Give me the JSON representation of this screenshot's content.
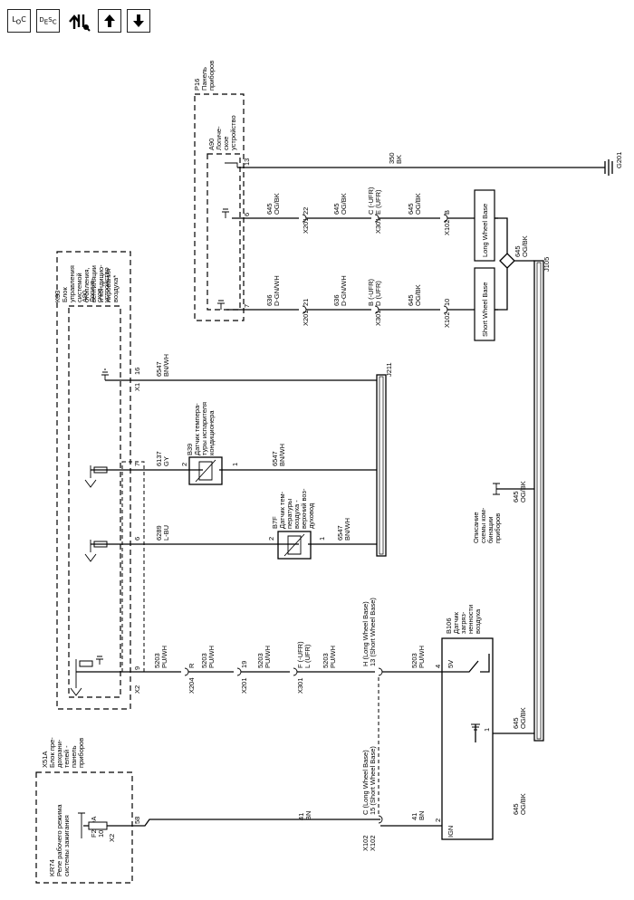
{
  "toolbar": {
    "loc_label": "LOC",
    "desc_label": "DESC",
    "connector_icon": "wiring-connector-icon",
    "up_icon": "arrow-up-icon",
    "down_icon": "arrow-down-icon"
  },
  "modules": {
    "x51a": [
      "X51A",
      "Блок пре-",
      "дохрани-",
      "телей -",
      "панель",
      "приборов"
    ],
    "kr74": [
      "KR74",
      "Реле рабочего режима",
      "системы зажигания"
    ],
    "fuse": [
      "F27DA",
      "10A"
    ],
    "k33": [
      "K33",
      "Блок",
      "управления",
      "системой",
      "отопления,",
      "вентиляции",
      "и кондицио-",
      "нирования",
      "воздуха*"
    ],
    "a90_k33": [
      "A90",
      "Логиче-",
      "ское",
      "устройство"
    ],
    "p16": [
      "P16",
      "Панель",
      "приборов"
    ],
    "a90_p16": [
      "A90",
      "Логиче-",
      "ское",
      "устройство"
    ],
    "b39": [
      "B39",
      "Датчик темпера-",
      "туры испарителя",
      "кондиционера"
    ],
    "b7f": [
      "B7F",
      "Датчик тем-",
      "пературы",
      "воздуха -",
      "верхний воз-",
      "духовод"
    ],
    "b106": [
      "B106",
      "Датчик",
      "загряз-",
      "ненности",
      "воздуха"
    ],
    "combo": [
      "Описание",
      "схемы ком-",
      "бинации",
      "приборов"
    ]
  },
  "wires": {
    "w41a": [
      "41",
      "BN"
    ],
    "w41b": [
      "41",
      "BN"
    ],
    "w5203a": [
      "5203",
      "PU/WH"
    ],
    "w5203b": [
      "5203",
      "PU/WH"
    ],
    "w5203c": [
      "5203",
      "PU/WH"
    ],
    "w5203d": [
      "5203",
      "PU/WH"
    ],
    "w5203e": [
      "5203",
      "PU/WH"
    ],
    "w6289": [
      "6289",
      "L-BU"
    ],
    "w6137": [
      "6137",
      "GY"
    ],
    "w6547a": [
      "6547",
      "BN/WH"
    ],
    "w6547b": [
      "6547",
      "BN/WH"
    ],
    "w6547c": [
      "6547",
      "BN/WH"
    ],
    "w636a": [
      "636",
      "D-GN/WH"
    ],
    "w636b": [
      "636",
      "D-GN/WH"
    ],
    "w645a": [
      "645",
      "OG/BK"
    ],
    "w645b": [
      "645",
      "OG/BK"
    ],
    "w645c": [
      "645",
      "OG/BK"
    ],
    "w645d": [
      "645",
      "OG/BK"
    ],
    "w645e": [
      "645",
      "OG/BK"
    ],
    "w645f": [
      "645",
      "OG/BK"
    ],
    "w645g": [
      "645",
      "OG/BK"
    ],
    "w645h": [
      "645",
      "OG/BK"
    ],
    "w350": [
      "350",
      "BK"
    ]
  },
  "pins": {
    "x2_58": [
      "X2",
      "58"
    ],
    "x102_c": [
      "X102",
      "X102"
    ],
    "x102_c_lbl": [
      "C (Long Wheel Base)",
      "15 (Short Wheel Base)"
    ],
    "x102_h_lbl": [
      "H (Long Wheel Base)",
      "13 (Short Wheel Base)"
    ],
    "x204_r": [
      "X204",
      "R"
    ],
    "x201_19": [
      "X201",
      "19"
    ],
    "x301_f": [
      "X301",
      "F (-UFR)",
      "L (UFR)"
    ],
    "x2_9": [
      "X2",
      "9"
    ],
    "x1_16": [
      "X1",
      "16"
    ],
    "k33_6": "6",
    "k33_7": "7",
    "b39_2": "2",
    "b39_1": "1",
    "b7f_2": "2",
    "b7f_1": "1",
    "b106_4": "4",
    "b106_5v": "5V",
    "b106_2": "2",
    "b106_ign": "IGN",
    "b106_1": "1",
    "p16_7": "7",
    "p16_6": "6",
    "p16_13": "13",
    "x201_21": [
      "X201",
      "21"
    ],
    "x201_22": [
      "X201",
      "22"
    ],
    "x301_b": [
      "X301",
      "B (-UFR)",
      "D (UFR)"
    ],
    "x301_c": [
      "X301",
      "C (-UFR)",
      "E (UFR)"
    ],
    "x102_10": [
      "X102",
      "10"
    ],
    "x102_b": [
      "X102",
      "B"
    ],
    "j211": "J211",
    "j105": "J105",
    "g201": "G201"
  },
  "option_boxes": {
    "short": "Short Wheel Base",
    "long": "Long Wheel Base"
  }
}
